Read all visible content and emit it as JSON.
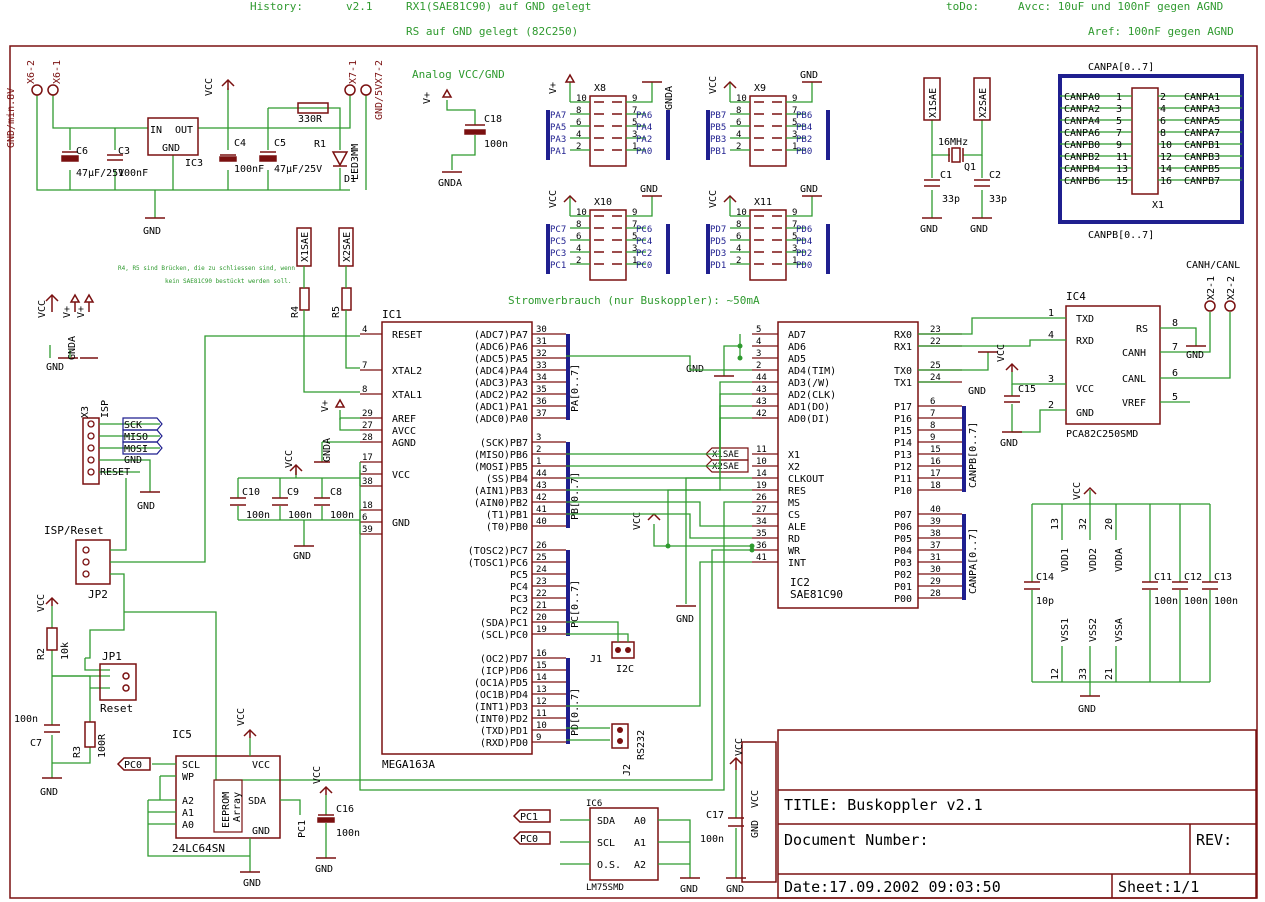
{
  "header": {
    "history_label": "History:",
    "version": "v2.1",
    "history_line1": "RX1(SAE81C90) auf GND gelegt",
    "history_line2": "RS auf GND gelegt (82C250)",
    "todo_label": "toDo:",
    "todo_line1": "Avcc: 10uF und 100nF gegen AGND",
    "todo_line2": "Aref: 100nF gegen AGND"
  },
  "notes": {
    "bridge_note1": "R4, R5 sind Brücken, die zu schliessen sind, wenn",
    "bridge_note2": "kein SAE81C90 bestückt werden soll.",
    "power": "Stromverbrauch (nur Buskoppler): ~50mA",
    "analog": "Analog VCC/GND"
  },
  "power_section": {
    "x6_2": "X6-2",
    "x6_1": "X6-1",
    "x7_1": "X7-1",
    "x7_2": "X7-2",
    "gnd_label": "GND/min.8V",
    "gnd5v_label": "GND/5V",
    "ic3": "IC3",
    "ic3_in": "IN",
    "ic3_out": "OUT",
    "ic3_gnd": "GND",
    "c6": "C6",
    "c6v": "47µF/25V",
    "c3": "C3",
    "c3v": "100nF",
    "c4": "C4",
    "c4v": "100nF",
    "c5": "C5",
    "c5v": "47µF/25V",
    "r1": "R1",
    "r1v": "330R",
    "d1": "D1",
    "d1v": "LED3MM",
    "vcc": "VCC",
    "gnd": "GND"
  },
  "headers": {
    "x8": "X8",
    "x9": "X9",
    "x10": "X10",
    "x11": "X11",
    "x8_left": [
      "PA7",
      "PA5",
      "PA3",
      "PA1"
    ],
    "x8_right": [
      "PA6",
      "PA4",
      "PA2",
      "PA0"
    ],
    "x9_left": [
      "PB7",
      "PB5",
      "PB3",
      "PB1"
    ],
    "x9_right": [
      "PB6",
      "PB4",
      "PB2",
      "PB0"
    ],
    "x10_left": [
      "PC7",
      "PC5",
      "PC3",
      "PC1"
    ],
    "x10_right": [
      "PC6",
      "PC4",
      "PC2",
      "PC0"
    ],
    "x11_left": [
      "PD7",
      "PD5",
      "PD3",
      "PD1"
    ],
    "x11_right": [
      "PD6",
      "PD4",
      "PD2",
      "PD0"
    ],
    "left_pins": [
      "10",
      "8",
      "6",
      "4",
      "2"
    ],
    "right_pins": [
      "9",
      "7",
      "5",
      "3",
      "1"
    ],
    "gnda": "GNDA",
    "gnd": "GND",
    "vplus": "V+",
    "vcc": "VCC"
  },
  "crystal": {
    "x1sae": "X1SAE",
    "x2sae": "X2SAE",
    "freq": "16MHz",
    "q1": "Q1",
    "c1": "C1",
    "c1v": "33p",
    "c2": "C2",
    "c2v": "33p",
    "gnd": "GND"
  },
  "can_conn": {
    "bus_a": "CANPA[0..7]",
    "bus_b": "CANPB[0..7]",
    "x1": "X1",
    "left": [
      "CANPA0",
      "CANPA2",
      "CANPA4",
      "CANPA6",
      "CANPB0",
      "CANPB2",
      "CANPB4",
      "CANPB6"
    ],
    "left_pins": [
      "1",
      "3",
      "5",
      "7",
      "9",
      "11",
      "13",
      "15"
    ],
    "right": [
      "CANPA1",
      "CANPA3",
      "CANPA5",
      "CANPA7",
      "CANPB1",
      "CANPB3",
      "CANPB5",
      "CANPB7"
    ],
    "right_pins": [
      "2",
      "4",
      "6",
      "8",
      "10",
      "12",
      "14",
      "16"
    ]
  },
  "ic1": {
    "name": "IC1",
    "part": "MEGA163A",
    "left": [
      {
        "label": "RESET",
        "pin": "4"
      },
      {
        "label": "XTAL2",
        "pin": "7"
      },
      {
        "label": "XTAL1",
        "pin": "8"
      },
      {
        "label": "AREF",
        "pin": "29"
      },
      {
        "label": "AVCC",
        "pin": "27"
      },
      {
        "label": "AGND",
        "pin": "28"
      },
      {
        "label": "",
        "pin": "17"
      },
      {
        "label": "VCC",
        "pin": "5"
      },
      {
        "label": "",
        "pin": "38"
      },
      {
        "label": "",
        "pin": "18"
      },
      {
        "label": "GND",
        "pin": "6"
      },
      {
        "label": "",
        "pin": "39"
      }
    ],
    "right": [
      {
        "label": "(ADC7)PA7",
        "pin": "30"
      },
      {
        "label": "(ADC6)PA6",
        "pin": "31"
      },
      {
        "label": "(ADC5)PA5",
        "pin": "32"
      },
      {
        "label": "(ADC4)PA4",
        "pin": "33"
      },
      {
        "label": "(ADC3)PA3",
        "pin": "34"
      },
      {
        "label": "(ADC2)PA2",
        "pin": "35"
      },
      {
        "label": "(ADC1)PA1",
        "pin": "36"
      },
      {
        "label": "(ADC0)PA0",
        "pin": "37"
      },
      {
        "label": "(SCK)PB7",
        "pin": "3"
      },
      {
        "label": "(MISO)PB6",
        "pin": "2"
      },
      {
        "label": "(MOSI)PB5",
        "pin": "1"
      },
      {
        "label": "(SS)PB4",
        "pin": "44"
      },
      {
        "label": "(AIN1)PB3",
        "pin": "43"
      },
      {
        "label": "(AIN0)PB2",
        "pin": "42"
      },
      {
        "label": "(T1)PB1",
        "pin": "41"
      },
      {
        "label": "(T0)PB0",
        "pin": "40"
      },
      {
        "label": "(TOSC2)PC7",
        "pin": "26"
      },
      {
        "label": "(TOSC1)PC6",
        "pin": "25"
      },
      {
        "label": "PC5",
        "pin": "24"
      },
      {
        "label": "PC4",
        "pin": "23"
      },
      {
        "label": "PC3",
        "pin": "22"
      },
      {
        "label": "PC2",
        "pin": "21"
      },
      {
        "label": "(SDA)PC1",
        "pin": "20"
      },
      {
        "label": "(SCL)PC0",
        "pin": "19"
      },
      {
        "label": "(OC2)PD7",
        "pin": "16"
      },
      {
        "label": "(ICP)PD6",
        "pin": "15"
      },
      {
        "label": "(OC1A)PD5",
        "pin": "14"
      },
      {
        "label": "(OC1B)PD4",
        "pin": "13"
      },
      {
        "label": "(INT1)PD3",
        "pin": "12"
      },
      {
        "label": "(INT0)PD2",
        "pin": "11"
      },
      {
        "label": "(TXD)PD1",
        "pin": "10"
      },
      {
        "label": "(RXD)PD0",
        "pin": "9"
      }
    ],
    "bus_pa": "PA[0..7]",
    "bus_pb": "PB[0..7]",
    "bus_pc": "PC[0..7]",
    "bus_pd": "PD[0..7]"
  },
  "ic1_caps": {
    "c10": "C10",
    "c9": "C9",
    "c8": "C8",
    "v": "100n",
    "vcc": "VCC",
    "gnd": "GND",
    "gnda": "GNDA",
    "vplus": "V+"
  },
  "ic2": {
    "name": "IC2",
    "part": "SAE81C90",
    "left": [
      {
        "label": "AD7",
        "pin": "5"
      },
      {
        "label": "AD6",
        "pin": "4"
      },
      {
        "label": "AD5",
        "pin": "3"
      },
      {
        "label": "AD4(TIM)",
        "pin": "2"
      },
      {
        "label": "AD3(/W)",
        "pin": "44"
      },
      {
        "label": "AD2(CLK)",
        "pin": "43"
      },
      {
        "label": "AD1(DO)",
        "pin": "43"
      },
      {
        "label": "AD0(DI)",
        "pin": "42"
      },
      {
        "label": "X1",
        "pin": "11"
      },
      {
        "label": "X2",
        "pin": "10"
      },
      {
        "label": "CLKOUT",
        "pin": "14"
      },
      {
        "label": "RES",
        "pin": "19"
      },
      {
        "label": "MS",
        "pin": "26"
      },
      {
        "label": "CS",
        "pin": "27"
      },
      {
        "label": "ALE",
        "pin": "34"
      },
      {
        "label": "RD",
        "pin": "35"
      },
      {
        "label": "WR",
        "pin": "36"
      },
      {
        "label": "INT",
        "pin": "41"
      }
    ],
    "right": [
      {
        "label": "RX0",
        "pin": "23"
      },
      {
        "label": "RX1",
        "pin": "22"
      },
      {
        "label": "TX0",
        "pin": "25"
      },
      {
        "label": "TX1",
        "pin": "24"
      },
      {
        "label": "P17",
        "pin": "6"
      },
      {
        "label": "P16",
        "pin": "7"
      },
      {
        "label": "P15",
        "pin": "8"
      },
      {
        "label": "P14",
        "pin": "9"
      },
      {
        "label": "P13",
        "pin": "15"
      },
      {
        "label": "P12",
        "pin": "16"
      },
      {
        "label": "P11",
        "pin": "17"
      },
      {
        "label": "P10",
        "pin": "18"
      },
      {
        "label": "P07",
        "pin": "40"
      },
      {
        "label": "P06",
        "pin": "39"
      },
      {
        "label": "P05",
        "pin": "38"
      },
      {
        "label": "P04",
        "pin": "37"
      },
      {
        "label": "P03",
        "pin": "31"
      },
      {
        "label": "P02",
        "pin": "30"
      },
      {
        "label": "P01",
        "pin": "29"
      },
      {
        "label": "P00",
        "pin": "28"
      }
    ],
    "x1sae": "X1SAE",
    "x2sae": "X2SAE",
    "bus_b": "CANPB[0..7]",
    "bus_a": "CANPA[0..7]",
    "gnd": "GND",
    "vcc": "VCC"
  },
  "ic4": {
    "name": "IC4",
    "part": "PCA82C250SMD",
    "txd": "TXD",
    "rxd": "RXD",
    "vcc": "VCC",
    "gnd": "GND",
    "rs": "RS",
    "canh": "CANH",
    "canl": "CANL",
    "vref": "VREF",
    "p1": "1",
    "p4": "4",
    "p3": "3",
    "p2": "2",
    "p8": "8",
    "p7": "7",
    "p6": "6",
    "p5": "5",
    "c15": "C15",
    "canhl": "CANH/CANL",
    "x2_1": "X2-1",
    "x2_2": "X2-2"
  },
  "ic2_power": {
    "vdd1": "VDD1",
    "vdd2": "VDD2",
    "vdda": "VDDA",
    "vss1": "VSS1",
    "vss2": "VSS2",
    "vssa": "VSSA",
    "pins_top": [
      "13",
      "32",
      "20"
    ],
    "pins_bot": [
      "12",
      "33",
      "21"
    ],
    "c14": "C14",
    "c14v": "10p",
    "c11": "C11",
    "c12": "C12",
    "c13": "C13",
    "cv": "100n"
  },
  "isp": {
    "x3": "X3",
    "isp": "ISP",
    "sck": "SCK",
    "miso": "MISO",
    "mosi": "MOSI",
    "gnd": "GND",
    "reset": "RESET",
    "jp2_label": "ISP/Reset",
    "jp2": "JP2",
    "jp1": "JP1",
    "reset_lbl": "Reset",
    "r2": "R2",
    "r2v": "10k",
    "r3": "R3",
    "r3v": "100R",
    "c7": "C7",
    "c7v": "100n",
    "r4": "R4",
    "r5": "R5",
    "x1sae": "X1SAE",
    "x2sae": "X2SAE"
  },
  "ic5": {
    "name": "IC5",
    "part": "24LC64SN",
    "scl": "SCL",
    "wp": "WP",
    "a2": "A2",
    "a1": "A1",
    "a0": "A0",
    "gnd": "GND",
    "vcc": "VCC",
    "sda": "SDA",
    "eeprom": "EEPROM",
    "array": "Array",
    "pc0": "PC0",
    "pc1": "PC1",
    "c16": "C16",
    "c16v": "100n"
  },
  "ic6": {
    "name": "IC6",
    "part": "LM75SMD",
    "sda": "SDA",
    "scl": "SCL",
    "os": "O.S.",
    "a0": "A0",
    "a1": "A1",
    "a2": "A2",
    "pc1": "PC1",
    "pc0": "PC0",
    "c17": "C17",
    "c17v": "100n",
    "vcc": "VCC",
    "gnd": "GND"
  },
  "jumpers": {
    "j1": "J1",
    "i2c": "I2C",
    "j2": "J2",
    "rs232": "RS232"
  },
  "title_block": {
    "title": "TITLE:  Buskoppler v2.1",
    "doc": "Document Number:",
    "rev": "REV:",
    "date": "Date:17.09.2002 09:03:50",
    "sheet": "Sheet:1/1"
  },
  "colors": {
    "net": "#2f9a2f",
    "part": "#7a1010",
    "bus": "#1f1f8f",
    "text": "#000000"
  }
}
